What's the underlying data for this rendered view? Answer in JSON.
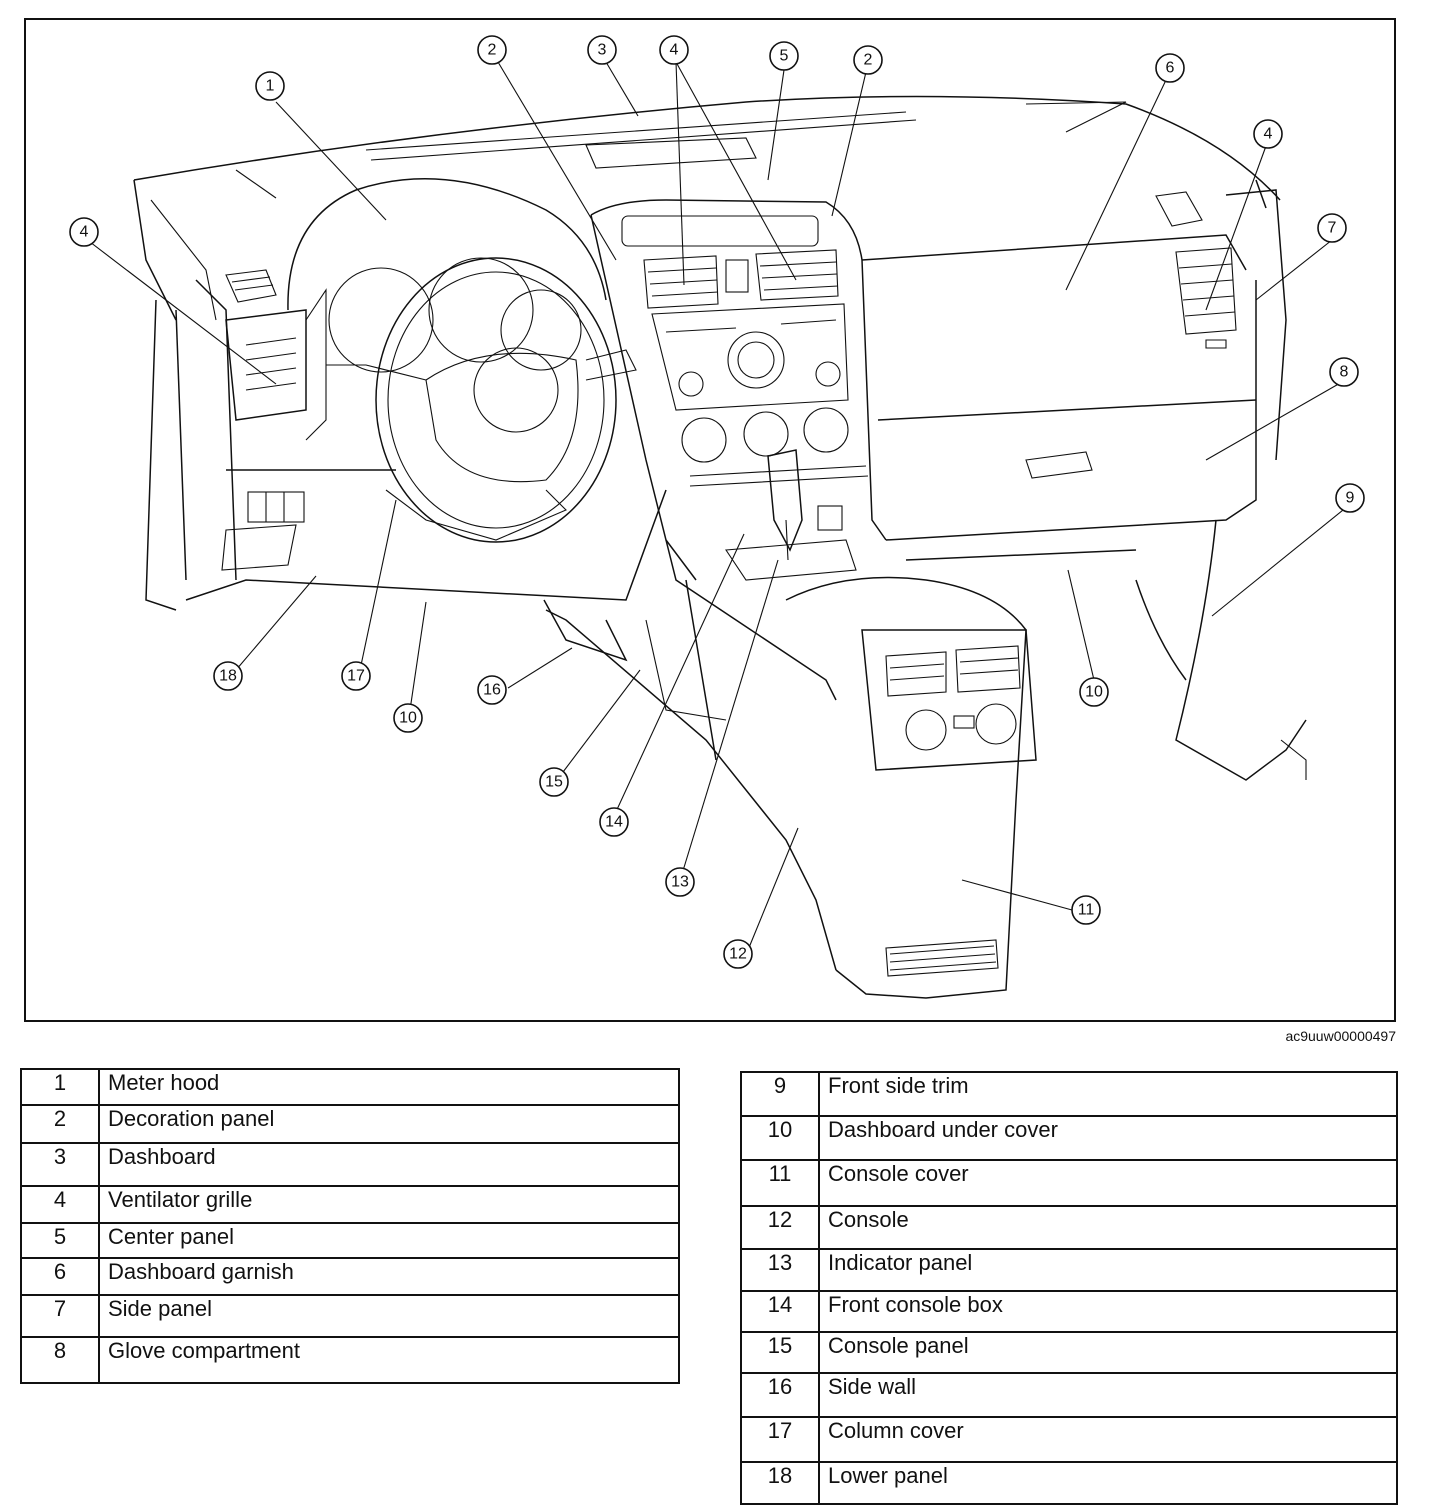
{
  "figure_id": "ac9uuw00000497",
  "callouts": [
    {
      "label": "1"
    },
    {
      "label": "2"
    },
    {
      "label": "3"
    },
    {
      "label": "4"
    },
    {
      "label": "5"
    },
    {
      "label": "2"
    },
    {
      "label": "6"
    },
    {
      "label": "4"
    },
    {
      "label": "4"
    },
    {
      "label": "7"
    },
    {
      "label": "8"
    },
    {
      "label": "9"
    },
    {
      "label": "10"
    },
    {
      "label": "11"
    },
    {
      "label": "12"
    },
    {
      "label": "13"
    },
    {
      "label": "14"
    },
    {
      "label": "15"
    },
    {
      "label": "16"
    },
    {
      "label": "10"
    },
    {
      "label": "17"
    },
    {
      "label": "18"
    }
  ],
  "legend_left": [
    {
      "num": "1",
      "name": "Meter hood"
    },
    {
      "num": "2",
      "name": "Decoration panel"
    },
    {
      "num": "3",
      "name": "Dashboard"
    },
    {
      "num": "4",
      "name": "Ventilator grille"
    },
    {
      "num": "5",
      "name": "Center panel"
    },
    {
      "num": "6",
      "name": "Dashboard garnish"
    },
    {
      "num": "7",
      "name": "Side panel"
    },
    {
      "num": "8",
      "name": "Glove compartment"
    }
  ],
  "legend_right": [
    {
      "num": "9",
      "name": "Front side trim"
    },
    {
      "num": "10",
      "name": "Dashboard under cover"
    },
    {
      "num": "11",
      "name": "Console cover"
    },
    {
      "num": "12",
      "name": "Console"
    },
    {
      "num": "13",
      "name": "Indicator panel"
    },
    {
      "num": "14",
      "name": "Front console box"
    },
    {
      "num": "15",
      "name": "Console panel"
    },
    {
      "num": "16",
      "name": "Side wall"
    },
    {
      "num": "17",
      "name": "Column cover"
    },
    {
      "num": "18",
      "name": "Lower panel"
    }
  ]
}
